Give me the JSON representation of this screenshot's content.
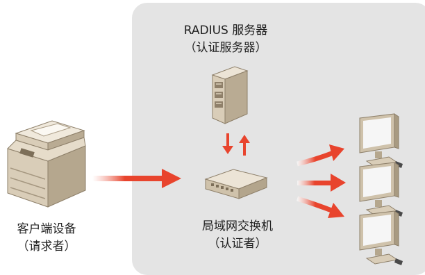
{
  "diagram": {
    "radius_server": {
      "line1": "RADIUS 服务器",
      "line2": "（认证服务器）",
      "icon": "server-tower-icon"
    },
    "switch": {
      "line1": "局域网交换机",
      "line2": "（认证者）",
      "icon": "network-switch-icon"
    },
    "client": {
      "line1": "客户端设备",
      "line2": "（请求者）",
      "icon": "multifunction-printer-icon"
    },
    "computers": {
      "count": 3,
      "icon": "desktop-monitor-icon"
    }
  },
  "colors": {
    "panel": "#e4e4e4",
    "arrow": "#e8442d",
    "arrow_fade": "#ffffff",
    "device": "#d6c9b3",
    "monitor_screen": "#f6f6f6"
  }
}
